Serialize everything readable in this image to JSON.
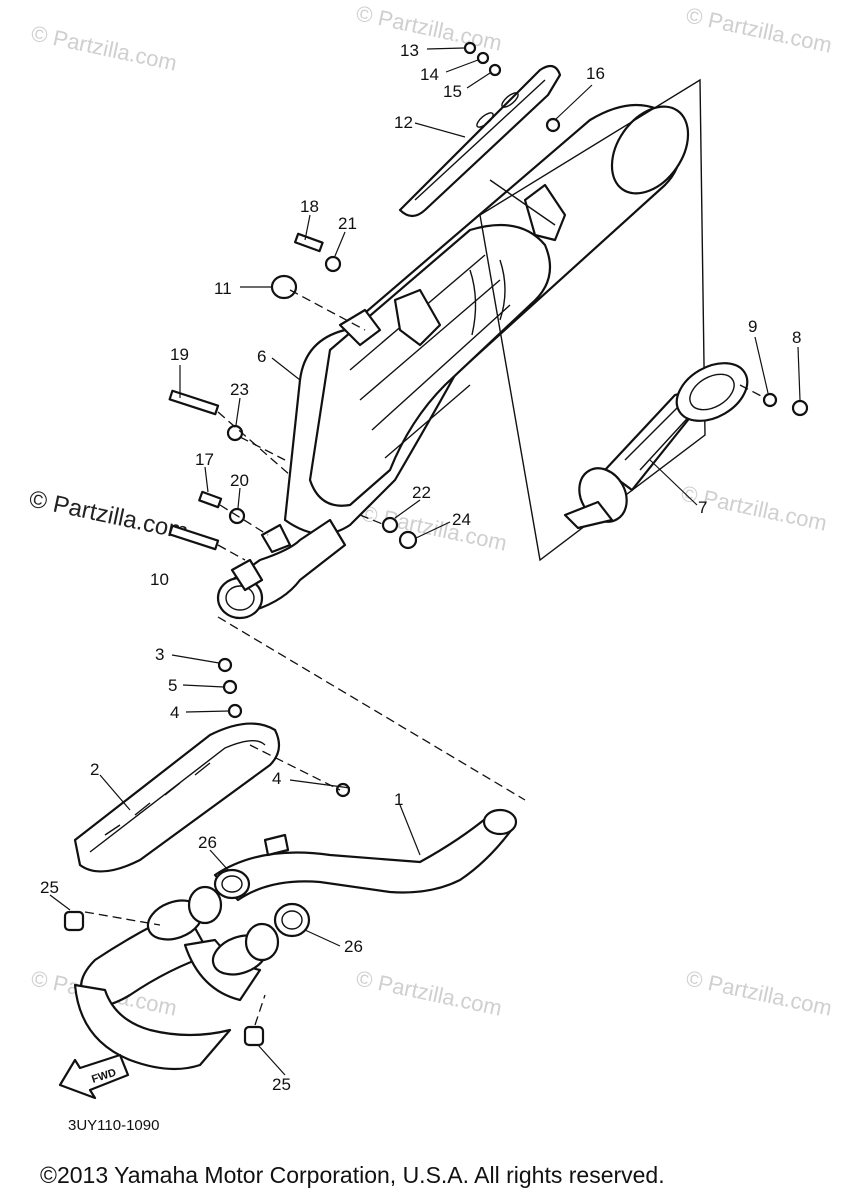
{
  "watermarks": {
    "site": "© Partzilla.com",
    "repeat": "© Partzilla.com"
  },
  "diagram_code": "3UY110-1090",
  "copyright": "©2013 Yamaha Motor Corporation, U.S.A. All rights reserved.",
  "fwd_arrow": {
    "label": "FWD",
    "icon": "fwd-arrow-icon"
  },
  "callouts": {
    "p1": "1",
    "p2": "2",
    "p3": "3",
    "p4a": "4",
    "p4b": "4",
    "p5": "5",
    "p6": "6",
    "p7": "7",
    "p8": "8",
    "p9": "9",
    "p10": "10",
    "p11": "11",
    "p12": "12",
    "p13": "13",
    "p14": "14",
    "p15": "15",
    "p16": "16",
    "p17": "17",
    "p18": "18",
    "p19": "19",
    "p20": "20",
    "p21": "21",
    "p22": "22",
    "p23": "23",
    "p24": "24",
    "p25a": "25",
    "p25b": "25",
    "p26a": "26",
    "p26b": "26"
  }
}
